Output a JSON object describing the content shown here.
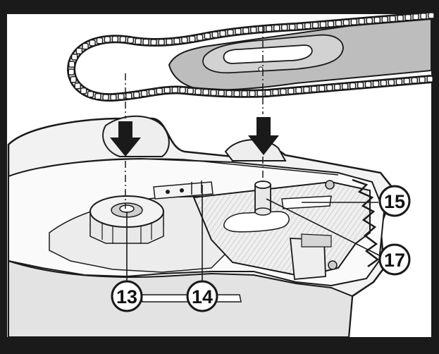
{
  "colors": {
    "frame": "#1a1a1a",
    "line": "#1a1a1a",
    "light_fill": "#f4f4f4",
    "mid_fill": "#dcdcdc",
    "dark_fill": "#9a9a9a",
    "bar_fill": "#bdbdbd",
    "chain_fill": "#e6e6e6"
  },
  "icons": [
    "down-arrow-icon"
  ],
  "callouts": [
    {
      "id": "c13",
      "label": "13"
    },
    {
      "id": "c14",
      "label": "14"
    },
    {
      "id": "c15",
      "label": "15"
    },
    {
      "id": "c17",
      "label": "17"
    }
  ]
}
